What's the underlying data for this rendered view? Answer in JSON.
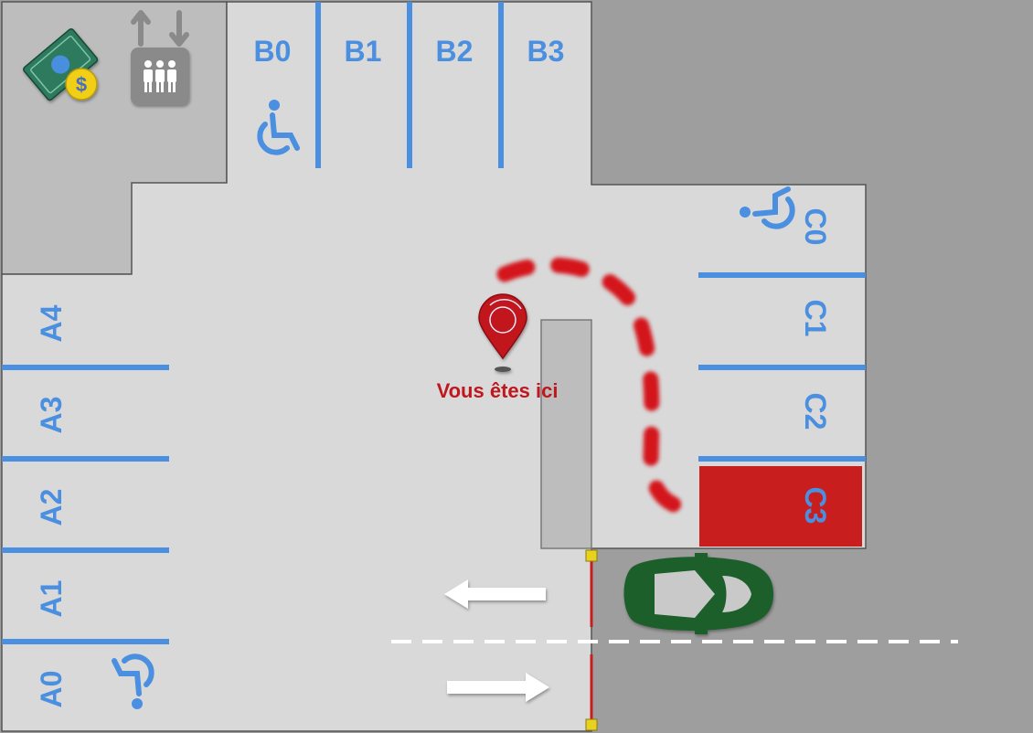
{
  "map": {
    "you_are_here_label": "Vous êtes ici",
    "zones": {
      "A": {
        "slots": [
          "A0",
          "A1",
          "A2",
          "A3",
          "A4"
        ],
        "accessible_slot": "A0"
      },
      "B": {
        "slots": [
          "B0",
          "B1",
          "B2",
          "B3"
        ],
        "accessible_slot": "B0"
      },
      "C": {
        "slots": [
          "C0",
          "C1",
          "C2",
          "C3"
        ],
        "accessible_slot": "C0",
        "highlighted_slot": "C3"
      }
    },
    "icons": [
      "payment-icon",
      "elevator-icon",
      "wheelchair-icon",
      "location-pin-icon",
      "car-icon",
      "arrow-left-icon",
      "arrow-right-icon"
    ],
    "colors": {
      "outer_ground": "#9e9e9e",
      "building": "#bdbdbd",
      "floor": "#d9d9d9",
      "slot_lines": "#4a8fe0",
      "labels": "#4a8fe0",
      "target_slot": "#c81e1e",
      "route": "#d4141c",
      "car": "#1b5e2a",
      "pin": "#c0161e"
    }
  }
}
